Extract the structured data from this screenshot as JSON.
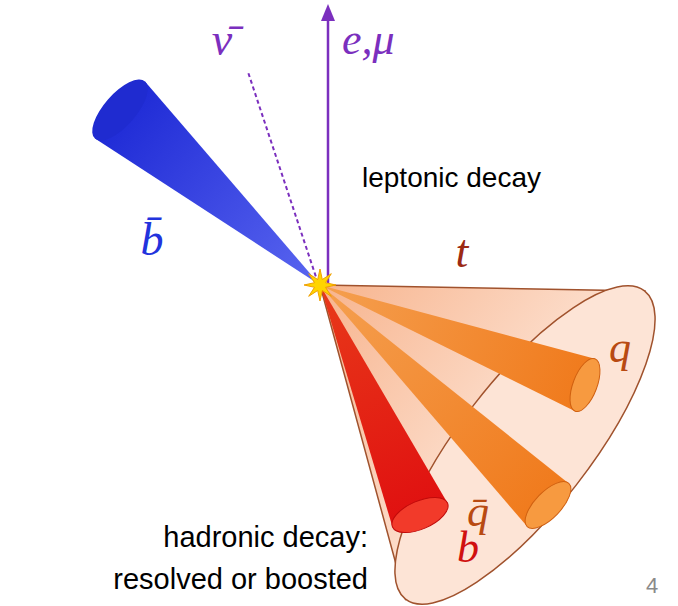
{
  "diagram": {
    "labels": [
      "ν̄",
      "e,μ",
      "leptonic decay",
      "b̄",
      "t",
      "q",
      "q̄",
      "b",
      "hadronic decay: resolved or boosted",
      "4"
    ]
  }
}
